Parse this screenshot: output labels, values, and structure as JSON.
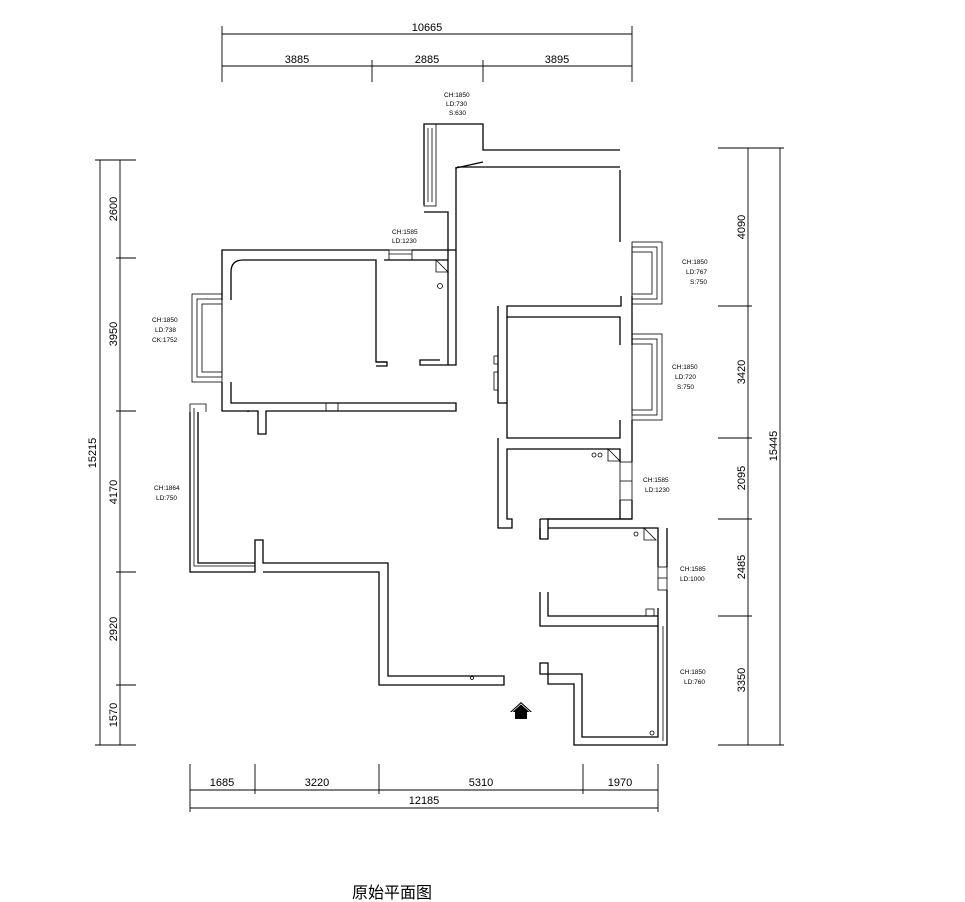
{
  "title": "原始平面图",
  "dimensions": {
    "top_total": "10665",
    "top_segments": [
      "3885",
      "2885",
      "3895"
    ],
    "bottom_total": "12185",
    "bottom_segments": [
      "1685",
      "3220",
      "5310",
      "1970"
    ],
    "left_total": "15215",
    "left_segments": [
      "2600",
      "3950",
      "4170",
      "2920",
      "1570"
    ],
    "right_total": "15445",
    "right_segments": [
      "4090",
      "3420",
      "2095",
      "2485",
      "3350"
    ]
  },
  "notes": [
    {
      "lines": [
        "CH:1850",
        "LD:730",
        "S:630"
      ]
    },
    {
      "lines": [
        "CH:1585",
        "LD:1230"
      ]
    },
    {
      "lines": [
        "CH:1850",
        "LD:767",
        "S:750"
      ]
    },
    {
      "lines": [
        "CH:1850",
        "LD:738",
        "CK:1752"
      ]
    },
    {
      "lines": [
        "CH:1850",
        "LD:720",
        "S:750"
      ]
    },
    {
      "lines": [
        "CH:1585",
        "LD:1230"
      ]
    },
    {
      "lines": [
        "CH:1864",
        "LD:750"
      ]
    },
    {
      "lines": [
        "CH:1585",
        "LD:1000"
      ]
    },
    {
      "lines": [
        "CH:1850",
        "LD:760"
      ]
    }
  ]
}
